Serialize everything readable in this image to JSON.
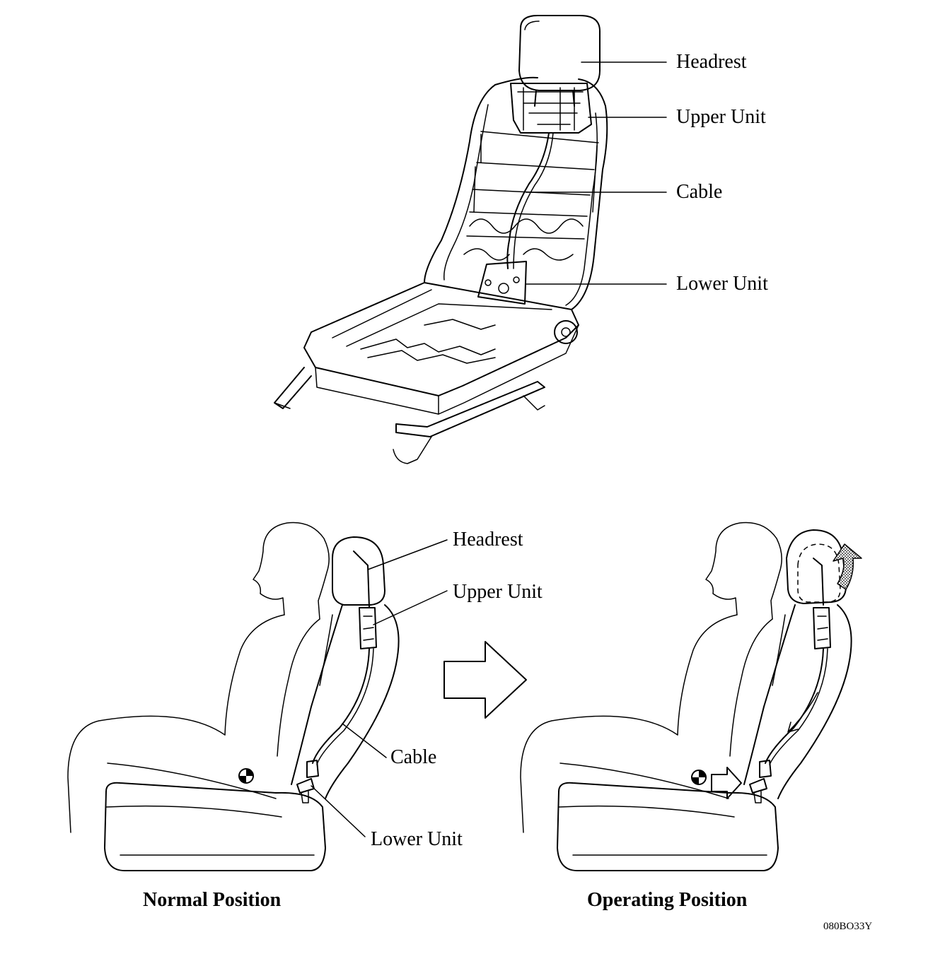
{
  "top_figure": {
    "labels": {
      "headrest": "Headrest",
      "upper_unit": "Upper Unit",
      "cable": "Cable",
      "lower_unit": "Lower Unit"
    }
  },
  "normal_figure": {
    "labels": {
      "headrest": "Headrest",
      "upper_unit": "Upper Unit",
      "cable": "Cable",
      "lower_unit": "Lower Unit"
    },
    "caption": "Normal Position"
  },
  "operating_figure": {
    "caption": "Operating Position"
  },
  "figure_code": "080BO33Y",
  "colors": {
    "line": "#000000",
    "background": "#ffffff",
    "arrow_fill": "#bdbdbd"
  }
}
